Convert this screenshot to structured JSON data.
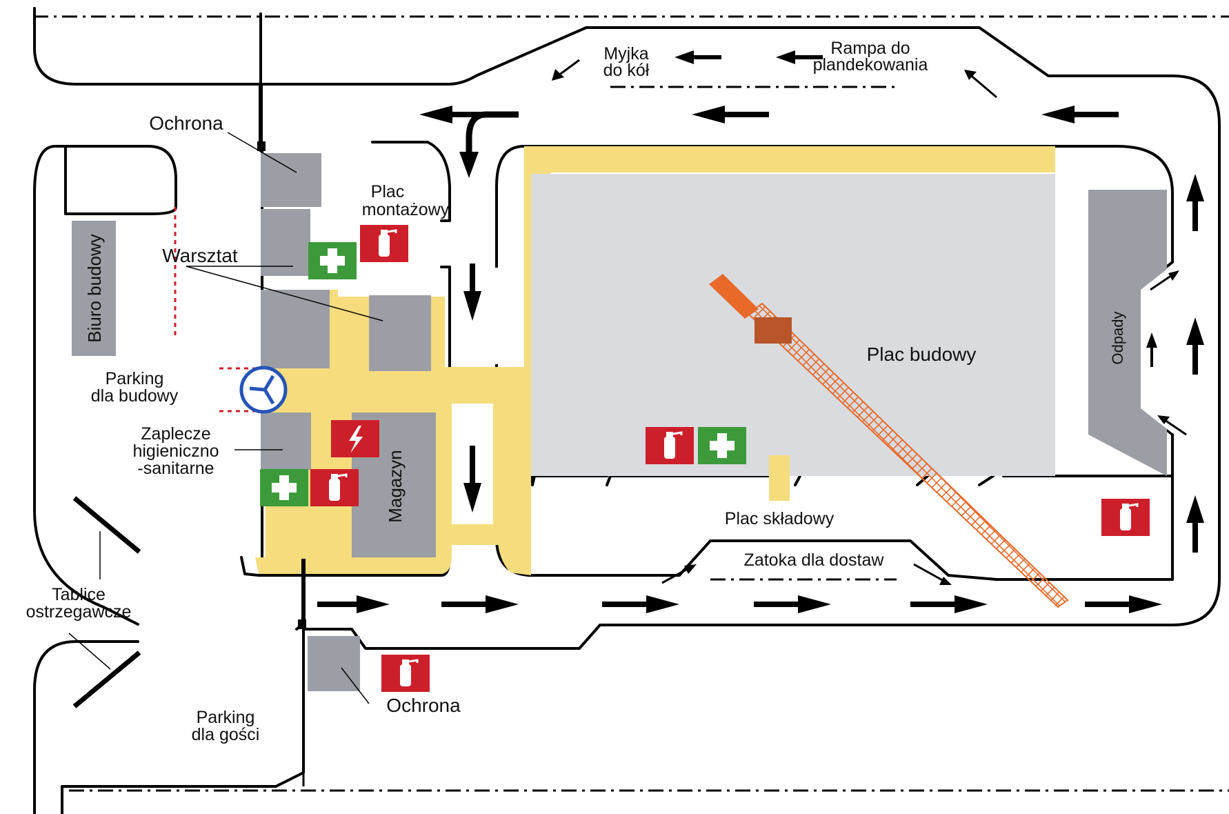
{
  "labels": {
    "myjka": [
      "Myjka",
      "do kół"
    ],
    "rampa": [
      "Rampa do",
      "plandekowania"
    ],
    "ochrona_top": "Ochrona",
    "plac_montazowy": [
      "Plac",
      "montażowy"
    ],
    "warsztat": "Warsztat",
    "biuro_budowy": "Biuro budowy",
    "parking_budowy": [
      "Parking",
      "dla budowy"
    ],
    "zaplecze": [
      "Zaplecze",
      "higieniczno",
      "-sanitarne"
    ],
    "magazyn": "Magazyn",
    "plac_budowy": "Plac budowy",
    "odpady": "Odpady",
    "plac_skladowy": "Plac składowy",
    "zatoka": "Zatoka dla dostaw",
    "tablice": [
      "Tablice",
      "ostrzegawcze"
    ],
    "ochrona_bottom": "Ochrona",
    "parking_gosci": [
      "Parking",
      "dla gości"
    ]
  },
  "colors": {
    "yard": "#f5dc7c",
    "building": "#9b9ea4",
    "site": "#d9dbde",
    "fire_sign": "#cc1f2a",
    "first_aid_sign": "#3c9a3a",
    "crane": "#e8692a",
    "crane_cab": "#b8552a",
    "mirror": "#2554b8",
    "fence": "#cc1f2a"
  },
  "icons": {
    "fire_extinguisher": "fire-extinguisher-icon",
    "first_aid": "first-aid-icon",
    "high_voltage": "high-voltage-icon",
    "traffic_mirror": "traffic-mirror-icon",
    "tower_crane": "tower-crane-icon"
  }
}
